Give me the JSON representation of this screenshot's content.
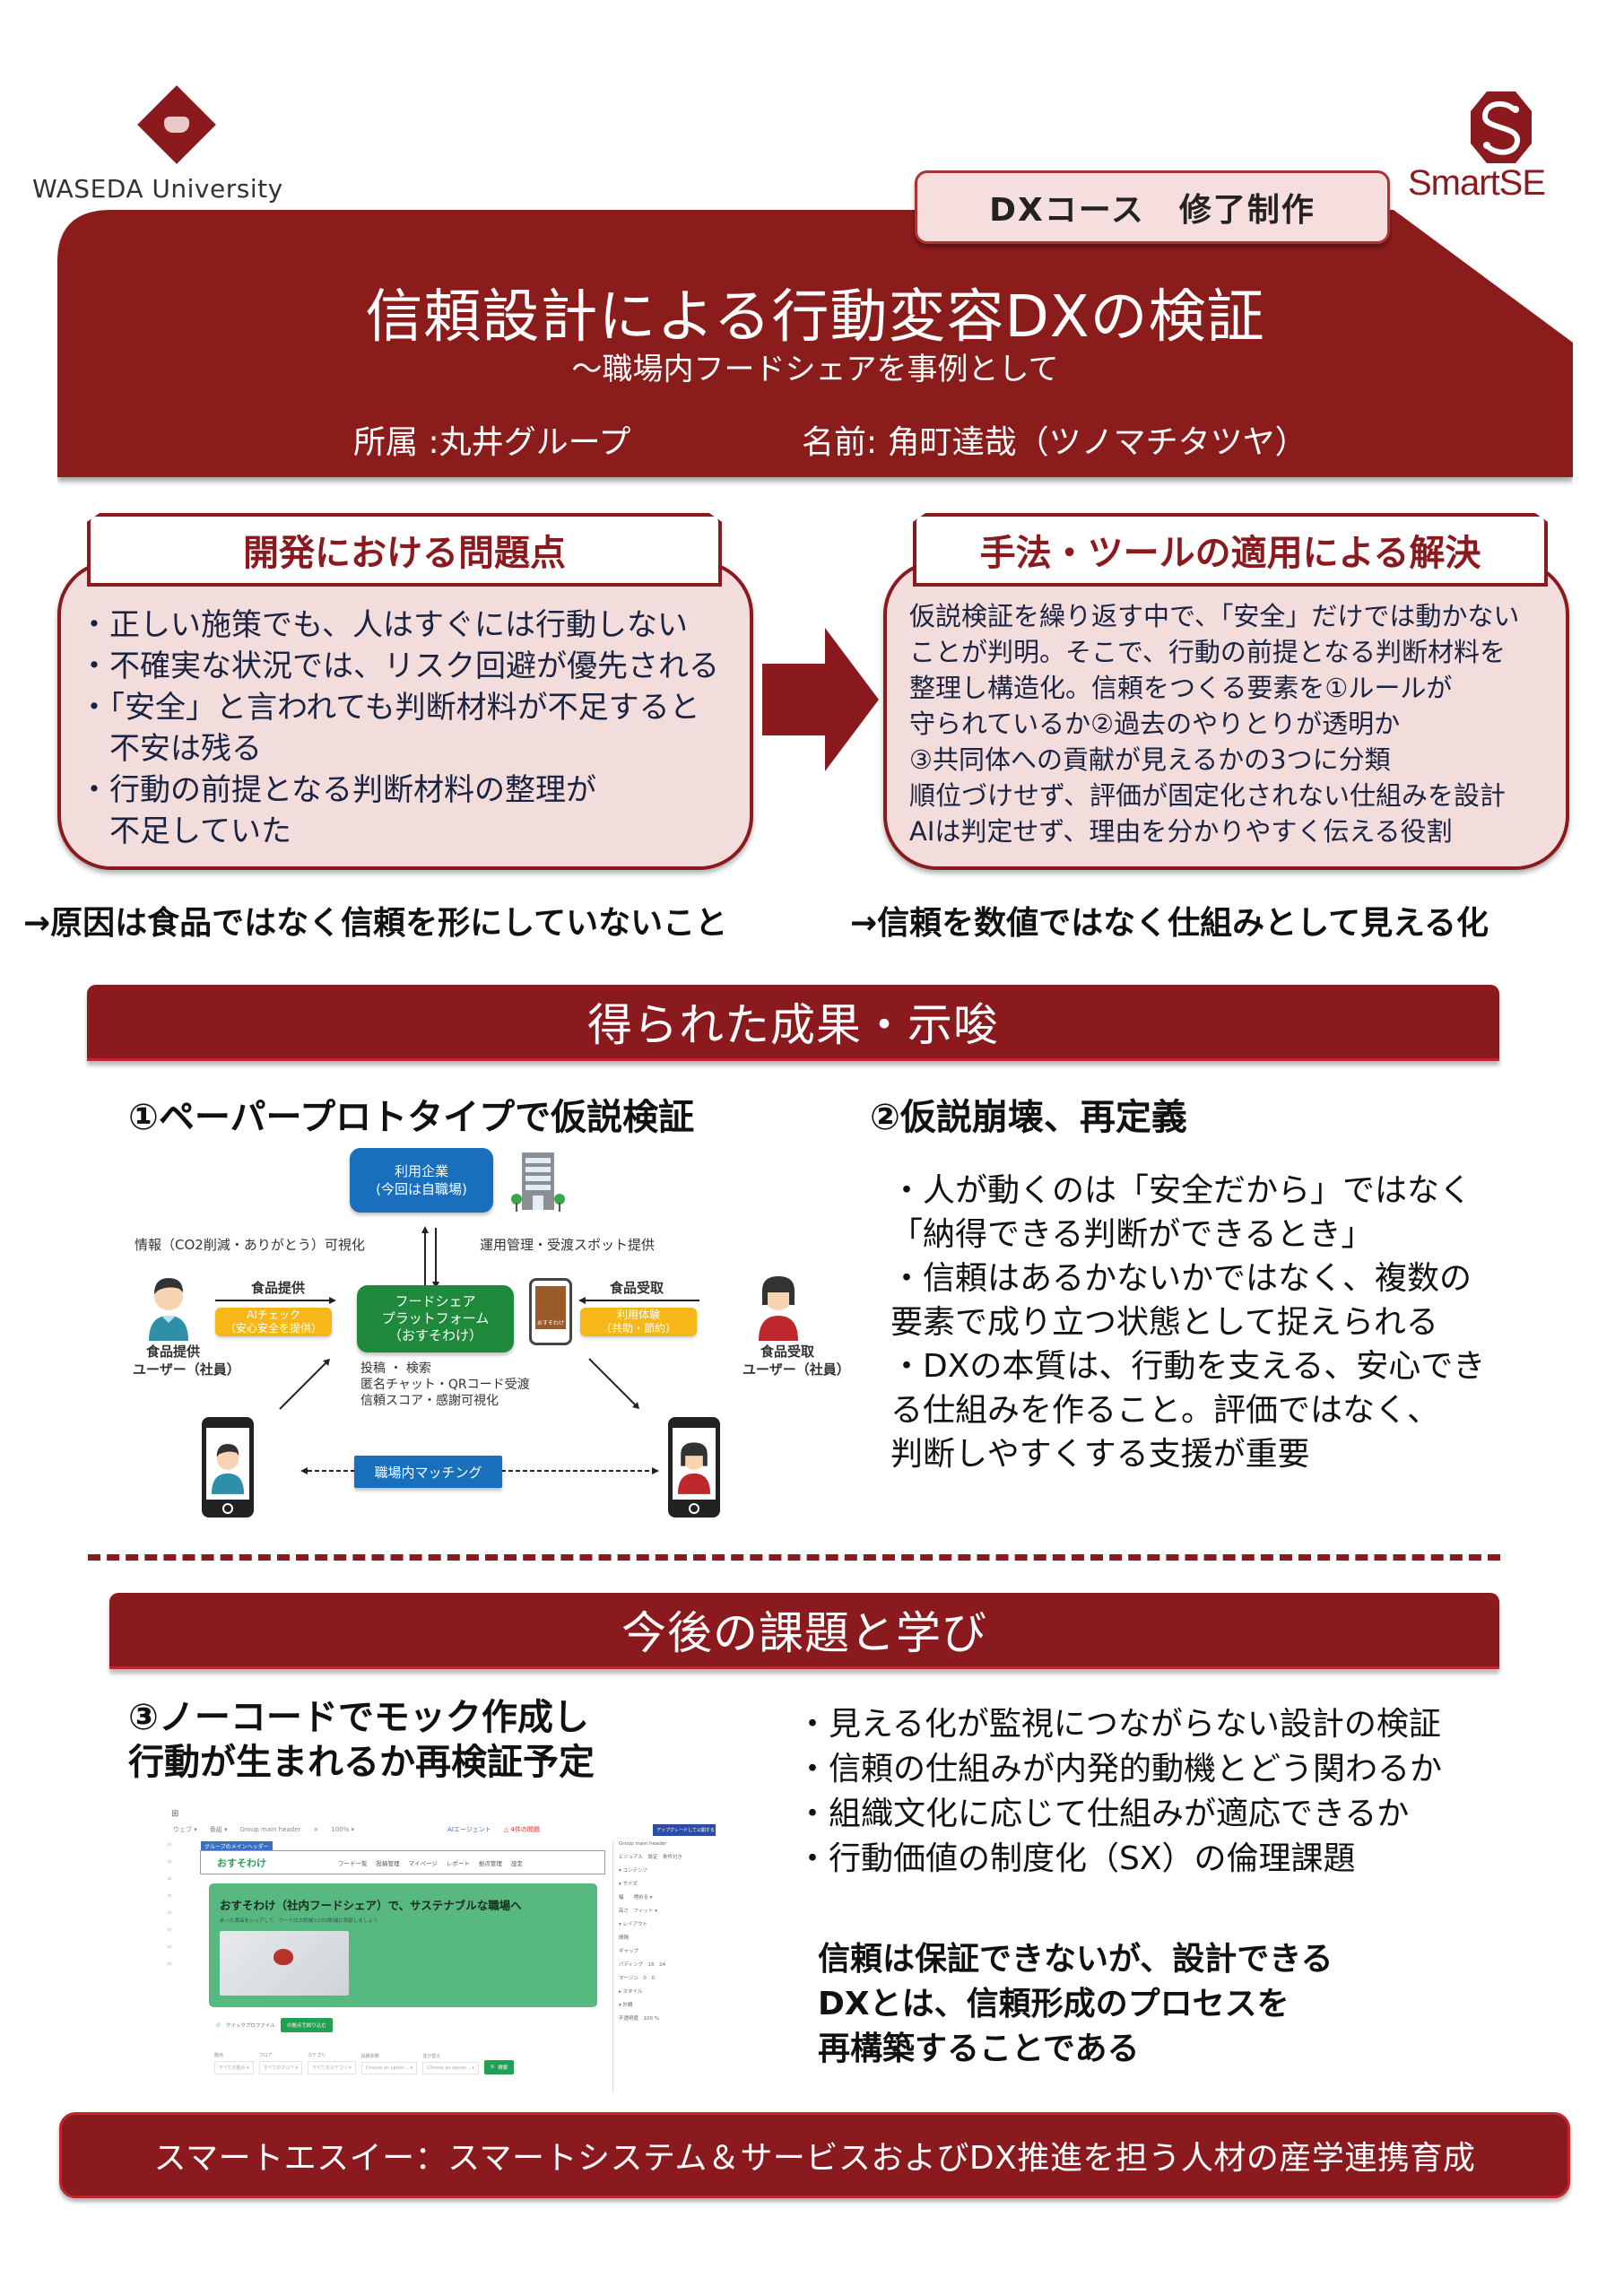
{
  "logos": {
    "waseda": "WASEDA University",
    "smartse": "SmartSE"
  },
  "header": {
    "course_badge": "DXコース　修了制作",
    "title": "信頼設計による行動変容DXの検証",
    "subtitle": "～職場内フードシェアを事例として",
    "affiliation": "所属 :丸井グループ",
    "name": "名前: 角町達哉（ツノマチタツヤ）"
  },
  "problem": {
    "heading": "開発における問題点",
    "items": [
      "・正しい施策でも、人はすぐには行動しない",
      "・不確実な状況では、リスク回避が優先される",
      "・「安全」と言われても判断材料が不足すると",
      "　不安は残る",
      "・行動の前提となる判断材料の整理が",
      "　不足していた"
    ],
    "conclusion": "→原因は食品ではなく信頼を形にしていないこと"
  },
  "solution": {
    "heading": "手法・ツールの適用による解決",
    "lines": [
      "仮説検証を繰り返す中で、「安全」だけでは動かない",
      "ことが判明。そこで、行動の前提となる判断材料を",
      "整理し構造化。信頼をつくる要素を①ルールが",
      "守られているか②過去のやりとりが透明か",
      "③共同体への貢献が見えるかの3つに分類",
      "順位づけせず、評価が固定化されない仕組みを設計",
      "AIは判定せず、理由を分かりやすく伝える役割"
    ],
    "conclusion": "→信頼を数値ではなく仕組みとして見える化"
  },
  "results": {
    "section_title": "得られた成果・示唆",
    "left_heading": "①ペーパープロトタイプで仮説検証",
    "right_heading": "②仮説崩壊、再定義",
    "right_lines": [
      "・人が動くのは「安全だから」ではなく",
      "「納得できる判断ができるとき」",
      "・信頼はあるかないかではなく、複数の",
      "要素で成り立つ状態として捉えられる",
      "・DXの本質は、行動を支える、安心でき",
      "る仕組みを作ること。評価ではなく、",
      "判断しやすくする支援が重要"
    ]
  },
  "diagram": {
    "company_box": [
      "利用企業",
      "(今回は自職場)"
    ],
    "left_top_label": "情報（CO2削減・ありがとう）可視化",
    "right_top_label": "運用管理・受渡スポット提供",
    "provide_label": "食品提供",
    "ai_check": [
      "AIチェック",
      "（安心安全を提供）"
    ],
    "platform_box": [
      "フードシェア",
      "プラットフォーム",
      "（おすそわけ）"
    ],
    "receive_label": "食品受取",
    "experience": [
      "利用体験",
      "（共助・節約）"
    ],
    "provider_user": [
      "食品提供",
      "ユーザー（社員）"
    ],
    "receiver_user": [
      "食品受取",
      "ユーザー（社員）"
    ],
    "features": [
      "投稿 ・ 検索",
      "匿名チャット・QRコード受渡",
      "信頼スコア・感謝可視化"
    ],
    "matching": "職場内マッチング",
    "app_label": "おすそわけ",
    "colors": {
      "blue": "#1a6fbd",
      "green": "#1f8a3c",
      "yellow": "#f7b718"
    }
  },
  "future": {
    "section_title": "今後の課題と学び",
    "left_heading": [
      "③ノーコードでモック作成し",
      "行動が生まれるか再検証予定"
    ],
    "items": [
      "・見える化が監視につながらない設計の検証",
      "・信頼の仕組みが内発的動機とどう関わるか",
      "・組織文化に応じて仕組みが適応できるか",
      "・行動価値の制度化（SX）の倫理課題"
    ],
    "statement": [
      "信頼は保証できないが、設計できる",
      "DXとは、信頼形成のプロセスを",
      "再構築することである"
    ]
  },
  "mockup": {
    "toolbar": [
      "ウェブ ▾",
      "番組 ▾",
      "Group main header",
      "×",
      "100% ▾",
      "AIエージェント",
      "△ 4件の問題"
    ],
    "upgrade_button": "アップグレードして公開する",
    "header_tag": "グループのメインヘッダー",
    "brand": "おすそわけ",
    "nav": [
      "フード一覧",
      "投稿管理",
      "マイページ",
      "レポート",
      "拠点管理",
      "設定"
    ],
    "hero_title": "おすそわけ（社内フードシェア）で、サステナブルな職場へ",
    "hero_sub": "余った食品をシェアして、フードロス削減とCO2削減に貢献しましょう",
    "quick_profile": "クイックプロファイル",
    "filter_button": "の拠点で絞り込む",
    "filters": [
      {
        "label": "拠点",
        "value": "すべての拠点 ▾"
      },
      {
        "label": "フロア",
        "value": "すべてのフロア ▾"
      },
      {
        "label": "カテゴリ",
        "value": "すべてのカテゴリ ▾"
      },
      {
        "label": "投稿状態",
        "value": "Choose an option... ▾"
      },
      {
        "label": "並び替え",
        "value": "Choose an option... ▾"
      }
    ],
    "search_button": "🔍 検索",
    "panel": [
      "Group main header",
      "ビジュアル　設定　条件付き",
      "▾ コンテンツ",
      "▾ サイズ",
      "幅　　埋める ▾",
      "高さ　フィット ▾",
      "▾ レイアウト",
      "間隔",
      "ギャップ",
      "パディング　16　24",
      "マージン　0　0",
      "▸ スタイル",
      "▾ 外観",
      "不透明度　100 %"
    ]
  },
  "footer": "スマートエスイー：スマートシステム＆サービスおよびDX推進を担う人材の産学連携育成",
  "theme": {
    "primary": "#8b1a1f",
    "light_pink": "#f3dcdc",
    "text_navy": "#1a2340"
  }
}
